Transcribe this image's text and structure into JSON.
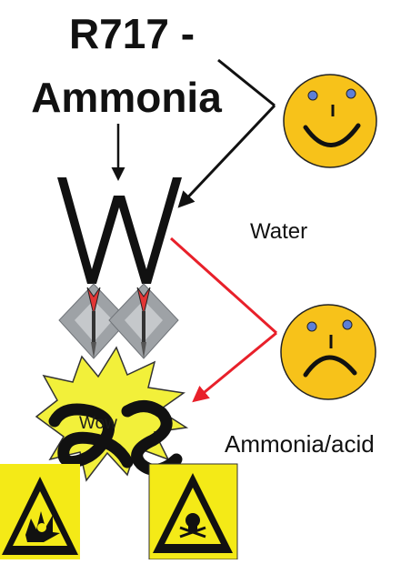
{
  "title": {
    "line1": "R717 -",
    "line2": "Ammonia"
  },
  "letter": "W",
  "labels": {
    "water": "Water",
    "ammonia_acid": "Ammonia/acid",
    "explosion_text": "Wow"
  },
  "colors": {
    "face": "#f7c21a",
    "eyes": "#5d7fd6",
    "arrow_black": "#111111",
    "arrow_red": "#e8202a",
    "explosion": "#f2f03a",
    "warning_bg": "#f4ea17"
  },
  "icons": [
    "happy-face-icon",
    "sad-face-icon",
    "dart-icon",
    "explosion-icon",
    "pretzel-icon",
    "explosive-warning-icon",
    "toxic-warning-icon"
  ]
}
